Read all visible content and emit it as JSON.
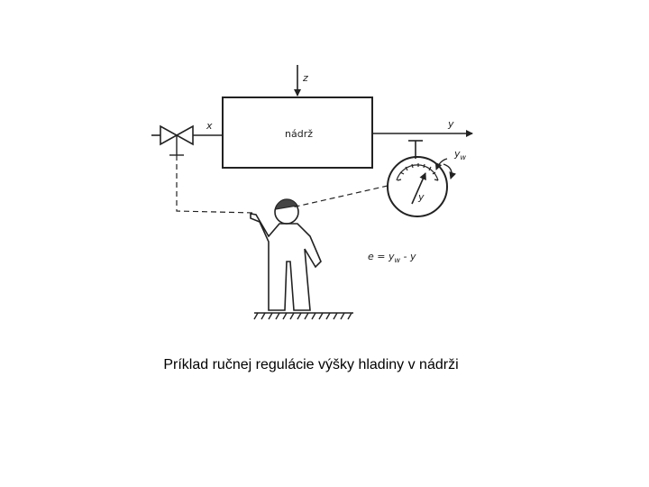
{
  "diagram": {
    "labels": {
      "disturbance": "z",
      "input": "x",
      "tank": "nádrž",
      "output": "y",
      "setpoint": "y",
      "setpoint_sub": "w",
      "gauge_value": "y",
      "error_eq_prefix": "e = y",
      "error_eq_sub": "w",
      "error_eq_suffix": " - y"
    }
  },
  "caption": "Príklad ručnej regulácie výšky hladiny v nádrži"
}
